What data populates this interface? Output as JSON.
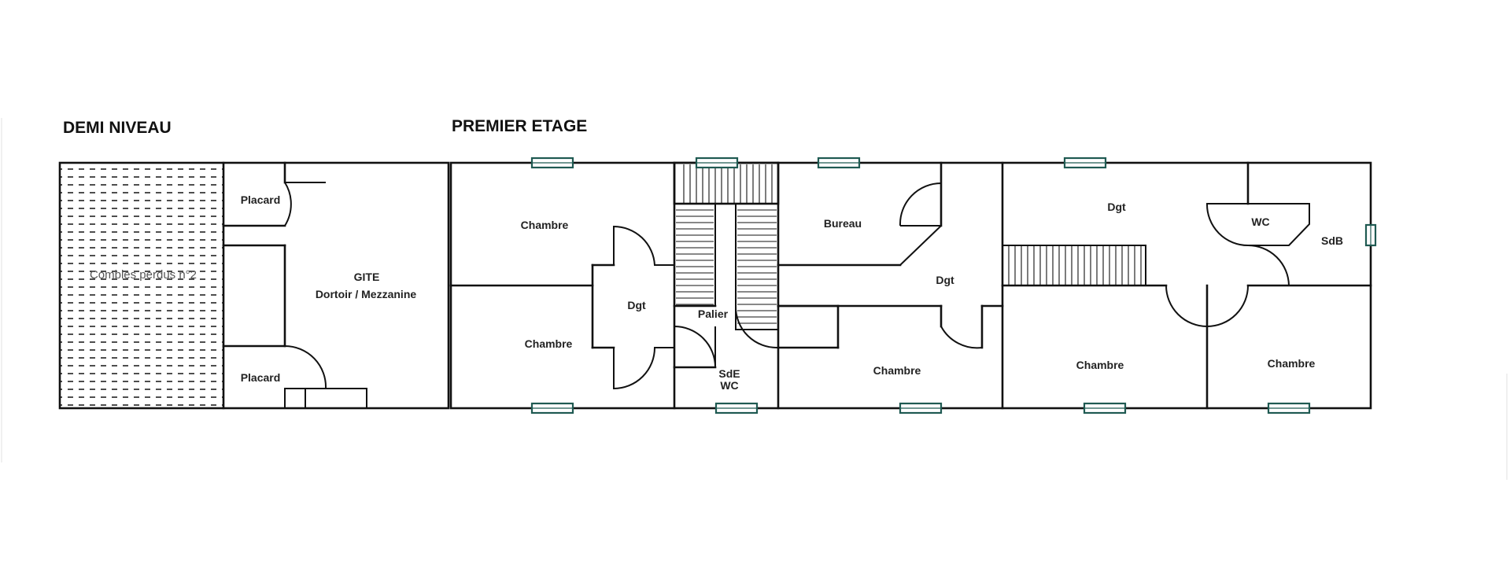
{
  "sections": {
    "demi_niveau": "DEMI NIVEAU",
    "premier_etage": "PREMIER ETAGE"
  },
  "rooms": {
    "combles": "Combles perdus n°2",
    "placard_top": "Placard",
    "placard_bottom": "Placard",
    "gite_line1": "GITE",
    "gite_line2": "Dortoir / Mezzanine",
    "chambre_1": "Chambre",
    "chambre_2": "Chambre",
    "dgt_1": "Dgt",
    "palier": "Palier",
    "sde_line1": "SdE",
    "sde_line2": "WC",
    "bureau": "Bureau",
    "dgt_2": "Dgt",
    "chambre_3": "Chambre",
    "dgt_3": "Dgt",
    "wc": "WC",
    "sdb": "SdB",
    "chambre_4": "Chambre",
    "chambre_5": "Chambre"
  },
  "colors": {
    "wall": "#111111",
    "window": "#1f5a52"
  }
}
